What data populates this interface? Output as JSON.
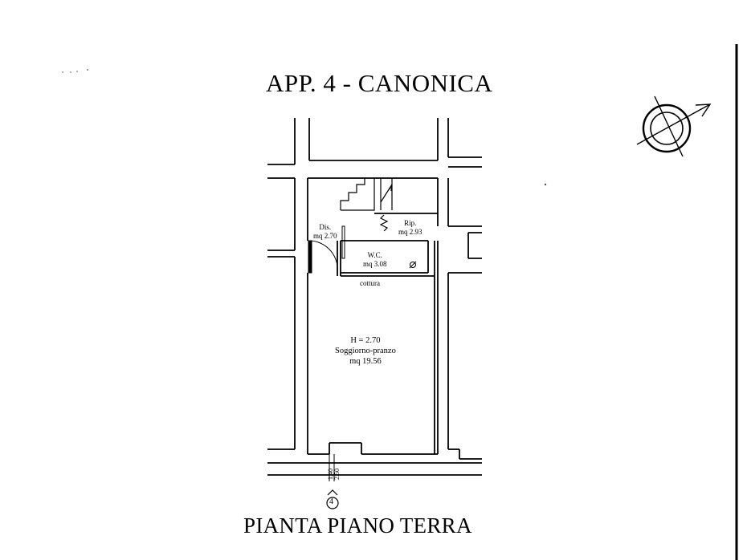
{
  "header": {
    "title": "APP. 4 - CANONICA"
  },
  "footer": {
    "title": "PIANTA PIANO TERRA"
  },
  "rooms": {
    "dis": {
      "name": "Dis.",
      "area": "mq 2.70"
    },
    "rip": {
      "name": "Rip.",
      "area": "mq 2.93"
    },
    "wc": {
      "name": "W.C.",
      "area": "mq 3.08"
    },
    "cottura": {
      "name": "cottura"
    },
    "soggiorno": {
      "height": "H = 2.70",
      "name": "Soggiorno-pranzo",
      "area": "mq 19.56"
    }
  },
  "dimensions": {
    "d1": "1.40",
    "d2": "2.50"
  },
  "markers": {
    "section_number": "4",
    "wc_symbol": "⌀"
  },
  "icons": {
    "compass": "north-arrow-icon",
    "section": "section-marker-icon"
  }
}
